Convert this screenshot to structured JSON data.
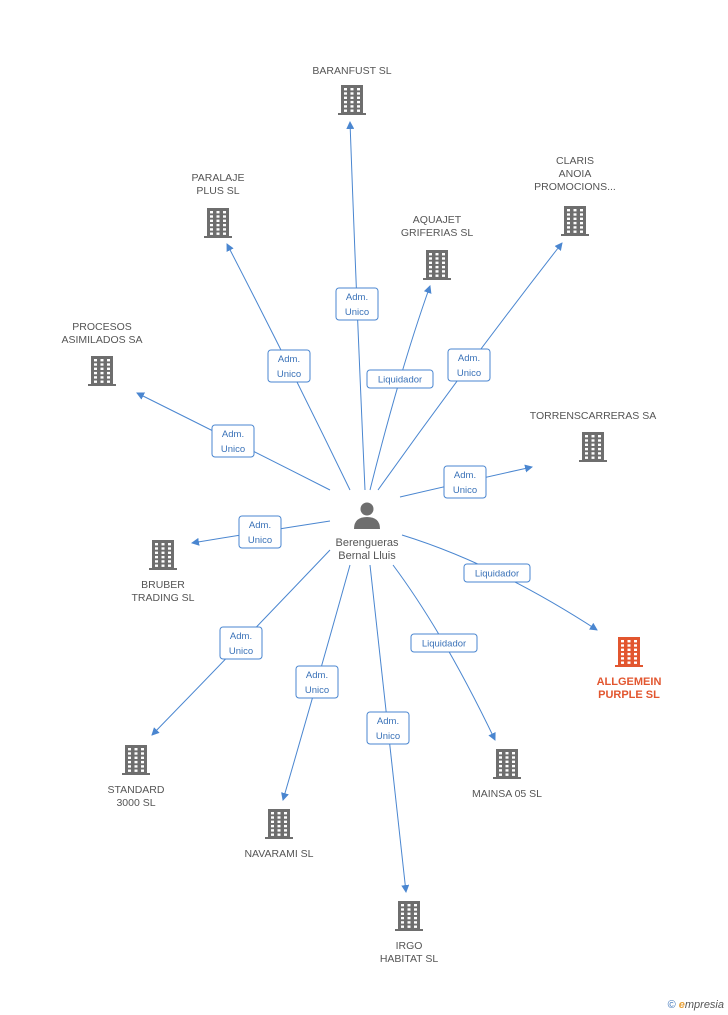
{
  "colors": {
    "edge": "#4a86d0",
    "building": "#6e6e6e",
    "building_focus": "#e2562f",
    "person": "#6e6e6e",
    "text": "#555555"
  },
  "person": {
    "name_lines": [
      "Berengueras",
      "Bernal Lluis"
    ],
    "icon": "person-icon"
  },
  "companies": [
    {
      "id": "baranfust",
      "lines": [
        "BARANFUST SL"
      ],
      "focus": false
    },
    {
      "id": "paralaje",
      "lines": [
        "PARALAJE",
        "PLUS SL"
      ],
      "focus": false
    },
    {
      "id": "claris",
      "lines": [
        "CLARIS",
        "ANOIA",
        "PROMOCIONS..."
      ],
      "focus": false
    },
    {
      "id": "aquajet",
      "lines": [
        "AQUAJET",
        "GRIFERIAS SL"
      ],
      "focus": false
    },
    {
      "id": "procesos",
      "lines": [
        "PROCESOS",
        "ASIMILADOS SA"
      ],
      "focus": false
    },
    {
      "id": "torrens",
      "lines": [
        "TORRENSCARRERAS SA"
      ],
      "focus": false
    },
    {
      "id": "bruber",
      "lines": [
        "BRUBER",
        "TRADING SL"
      ],
      "focus": false
    },
    {
      "id": "allgemein",
      "lines": [
        "ALLGEMEIN",
        "PURPLE SL"
      ],
      "focus": true
    },
    {
      "id": "standard",
      "lines": [
        "STANDARD",
        "3000 SL"
      ],
      "focus": false
    },
    {
      "id": "mainsa",
      "lines": [
        "MAINSA 05 SL"
      ],
      "focus": false
    },
    {
      "id": "navarami",
      "lines": [
        "NAVARAMI SL"
      ],
      "focus": false
    },
    {
      "id": "irgo",
      "lines": [
        "IRGO",
        "HABITAT SL"
      ],
      "focus": false
    }
  ],
  "relations": [
    {
      "target": "baranfust",
      "role_lines": [
        "Adm.",
        "Unico"
      ]
    },
    {
      "target": "paralaje",
      "role_lines": [
        "Adm.",
        "Unico"
      ]
    },
    {
      "target": "claris",
      "role_lines": [
        "Adm.",
        "Unico"
      ]
    },
    {
      "target": "aquajet",
      "role_lines": [
        "Liquidador"
      ]
    },
    {
      "target": "procesos",
      "role_lines": [
        "Adm.",
        "Unico"
      ]
    },
    {
      "target": "torrens",
      "role_lines": [
        "Adm.",
        "Unico"
      ]
    },
    {
      "target": "bruber",
      "role_lines": [
        "Adm.",
        "Unico"
      ]
    },
    {
      "target": "allgemein",
      "role_lines": [
        "Liquidador"
      ]
    },
    {
      "target": "standard",
      "role_lines": [
        "Adm.",
        "Unico"
      ]
    },
    {
      "target": "mainsa",
      "role_lines": [
        "Liquidador"
      ]
    },
    {
      "target": "navarami",
      "role_lines": [
        "Adm.",
        "Unico"
      ]
    },
    {
      "target": "irgo",
      "role_lines": [
        "Adm.",
        "Unico"
      ]
    }
  ],
  "footer": {
    "copyright_symbol": "©",
    "brand_initial": "e",
    "brand_rest": "mpresia"
  }
}
